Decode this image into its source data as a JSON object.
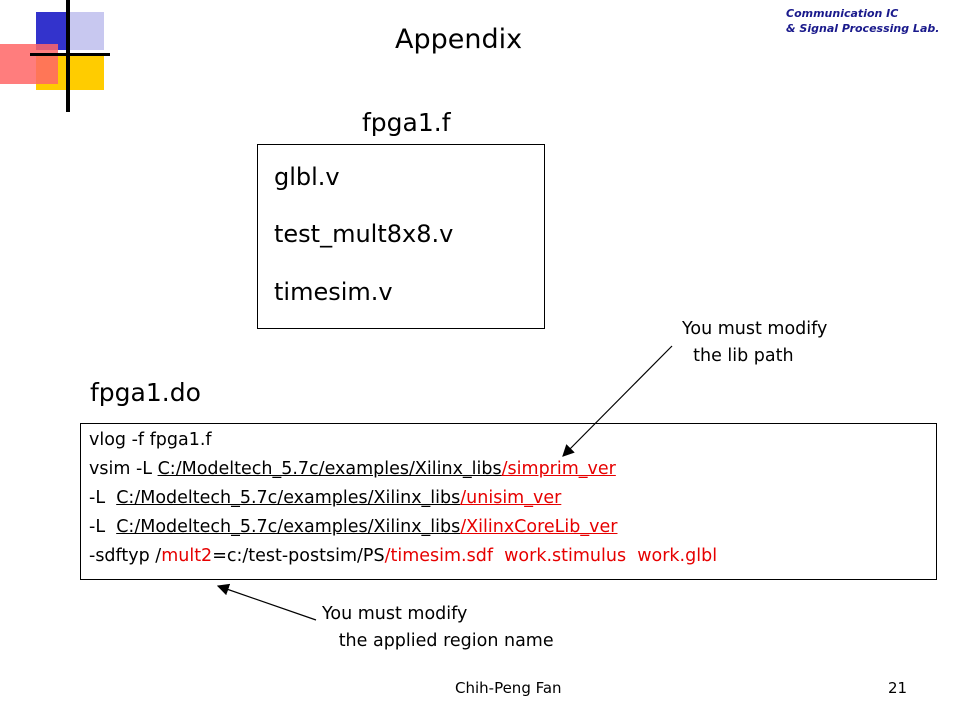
{
  "header": {
    "org_line1": "Communication IC",
    "org_line2": "& Signal Processing Lab.",
    "title": "Appendix"
  },
  "fpga_f": {
    "title": "fpga1.f",
    "lines": [
      "glbl.v",
      "test_mult8x8.v",
      "timesim.v"
    ]
  },
  "fpga_do": {
    "title": "fpga1.do",
    "line1": "vlog -f fpga1.f",
    "line2_prefix": "vsim -L ",
    "line2_path": "C:/Modeltech_5.7c/examples/Xilinx_libs",
    "line2_lib": "/simprim_ver",
    "line3_prefix": "-L  ",
    "line3_path": "C:/Modeltech_5.7c/examples/Xilinx_libs",
    "line3_lib": "/unisim_ver",
    "line4_prefix": "-L  ",
    "line4_path": "C:/Modeltech_5.7c/examples/Xilinx_libs",
    "line4_lib": "/XilinxCoreLib_ver",
    "line5_a": "-sdftyp /",
    "line5_region": "mult2",
    "line5_b": "=c:/test-postsim/PS",
    "line5_c": "/timesim.sdf  work.stimulus  work.glbl"
  },
  "notes": {
    "lib_path": "You must modify\n  the lib path",
    "region_name": "You must modify\n   the applied region name"
  },
  "footer": {
    "author": "Chih-Peng Fan",
    "page": "21"
  },
  "colors": {
    "highlight": "#e60000",
    "logo_blue": "#3333cc",
    "logo_yellow": "#ffcc00",
    "logo_red": "#ff3333"
  }
}
